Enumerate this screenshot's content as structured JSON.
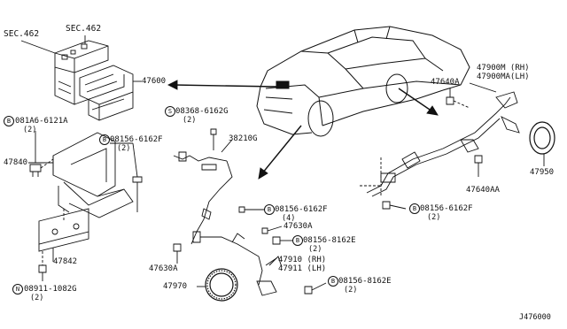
{
  "parts": {
    "sec462_left": "SEC.462",
    "sec462_top": "SEC.462",
    "p47600": "47600",
    "bolt_081a6": "081A6-6121A",
    "bolt_081a6_qty": "(2)",
    "bolt_08156_f_left": "08156-6162F",
    "bolt_08156_f_left_qty": "(2)",
    "p47840": "47840",
    "p47842": "47842",
    "nut_08911": "08911-1082G",
    "nut_08911_qty": "(2)",
    "screw_08368": "08368-6162G",
    "screw_08368_qty": "(2)",
    "p38210g": "38210G",
    "bolt_08156_f_mid": "08156-6162F",
    "bolt_08156_f_mid_qty": "(4)",
    "p47630a_right": "47630A",
    "bolt_08156_e_upper": "08156-8162E",
    "bolt_08156_e_upper_qty": "(2)",
    "p47630a_left": "47630A",
    "p47910": "47910 (RH)",
    "p47911": "47911 (LH)",
    "bolt_08156_e_lower": "08156-8162E",
    "bolt_08156_e_lower_qty": "(2)",
    "p47970": "47970",
    "p47900m": "47900M (RH)",
    "p47900ma": "47900MA(LH)",
    "p47640a": "47640A",
    "p47640aa": "47640AA",
    "p47950": "47950",
    "bolt_08156_f_right": "08156-6162F",
    "bolt_08156_f_right_qty": "(2)",
    "diagram_code": "J476000"
  },
  "markers": {
    "b": "B",
    "s": "S",
    "n": "N"
  }
}
